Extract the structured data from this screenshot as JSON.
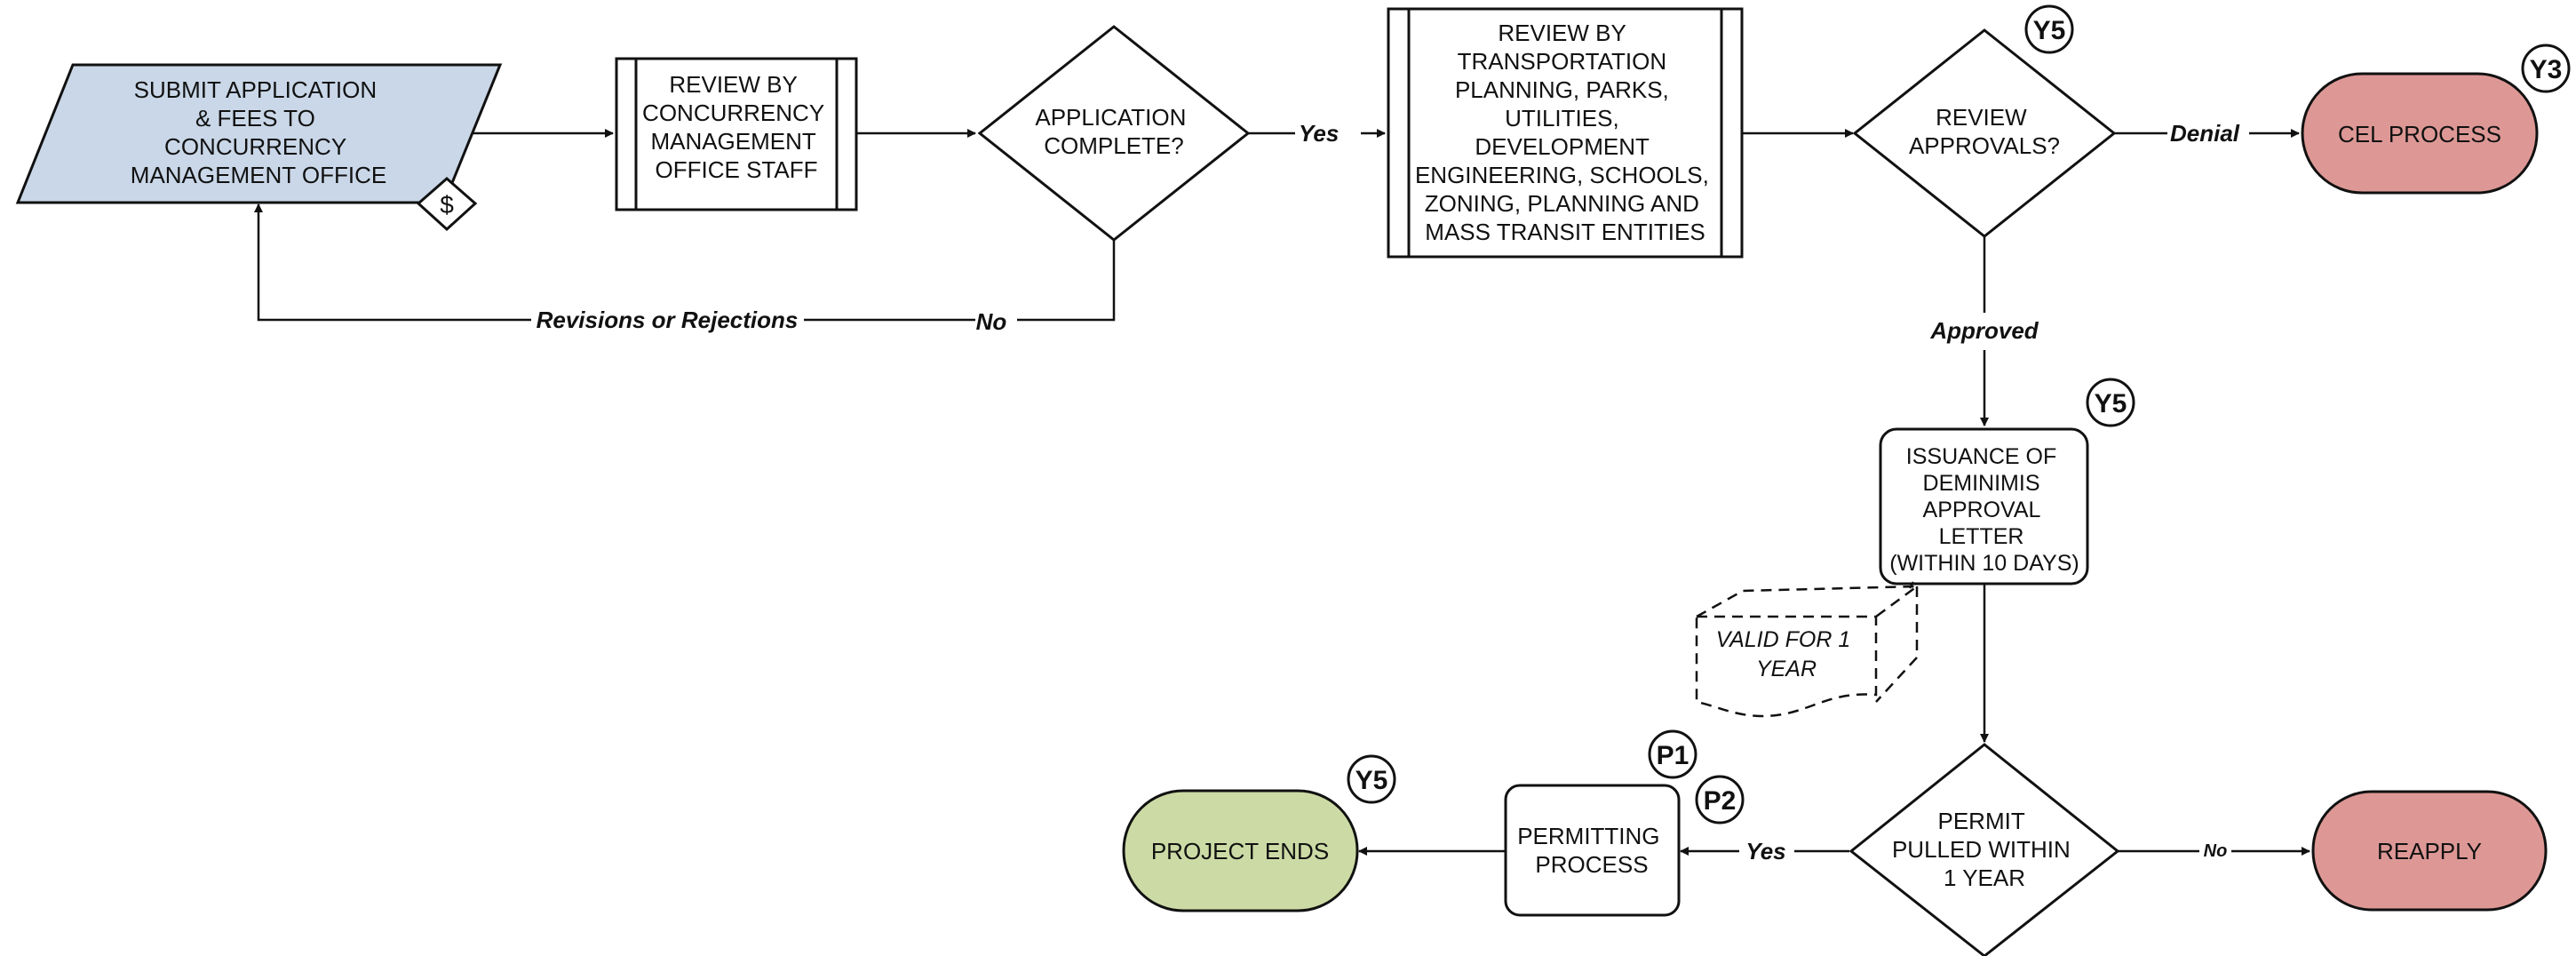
{
  "colors": {
    "start_fill": "#c9d7e8",
    "end_fill": "#ccdba5",
    "red_fill": "#dd9895",
    "stroke": "#111111",
    "background": "#ffffff"
  },
  "nodes": {
    "submit": {
      "lines": [
        "SUBMIT APPLICATION",
        "& FEES TO",
        "CONCURRENCY",
        "MANAGEMENT OFFICE"
      ],
      "fee_symbol": "$"
    },
    "review_cmo": {
      "lines": [
        "REVIEW BY",
        "CONCURRENCY",
        "MANAGEMENT",
        "OFFICE STAFF"
      ]
    },
    "app_complete": {
      "lines": [
        "APPLICATION",
        "COMPLETE?"
      ]
    },
    "review_agencies": {
      "lines": [
        "REVIEW BY",
        "TRANSPORTATION",
        "PLANNING, PARKS,",
        "UTILITIES,",
        "DEVELOPMENT",
        "ENGINEERING, SCHOOLS,",
        "ZONING,  PLANNING AND",
        "MASS TRANSIT ENTITIES"
      ]
    },
    "review_approvals": {
      "lines": [
        "REVIEW",
        "APPROVALS?"
      ],
      "badge": "Y5"
    },
    "cel_process": {
      "lines": [
        "CEL PROCESS"
      ],
      "badge": "Y3"
    },
    "issuance": {
      "lines": [
        "ISSUANCE OF",
        "DEMINIMIS",
        "APPROVAL",
        "LETTER",
        "(WITHIN 10 DAYS)"
      ],
      "badge": "Y5"
    },
    "valid_note": {
      "lines": [
        "VALID FOR 1",
        "YEAR"
      ]
    },
    "permit_pulled": {
      "lines": [
        "PERMIT",
        "PULLED WITHIN",
        "1 YEAR"
      ]
    },
    "reapply": {
      "lines": [
        "REAPPLY"
      ]
    },
    "permitting": {
      "lines": [
        "PERMITTING",
        "PROCESS"
      ],
      "badges": [
        "P1",
        "P2"
      ]
    },
    "project_ends": {
      "lines": [
        "PROJECT ENDS"
      ],
      "badge": "Y5"
    }
  },
  "edges": {
    "yes_1": "Yes",
    "denial": "Denial",
    "approved": "Approved",
    "revisions": "Revisions or Rejections",
    "no_1": "No",
    "yes_2": "Yes",
    "no_2": "No"
  }
}
